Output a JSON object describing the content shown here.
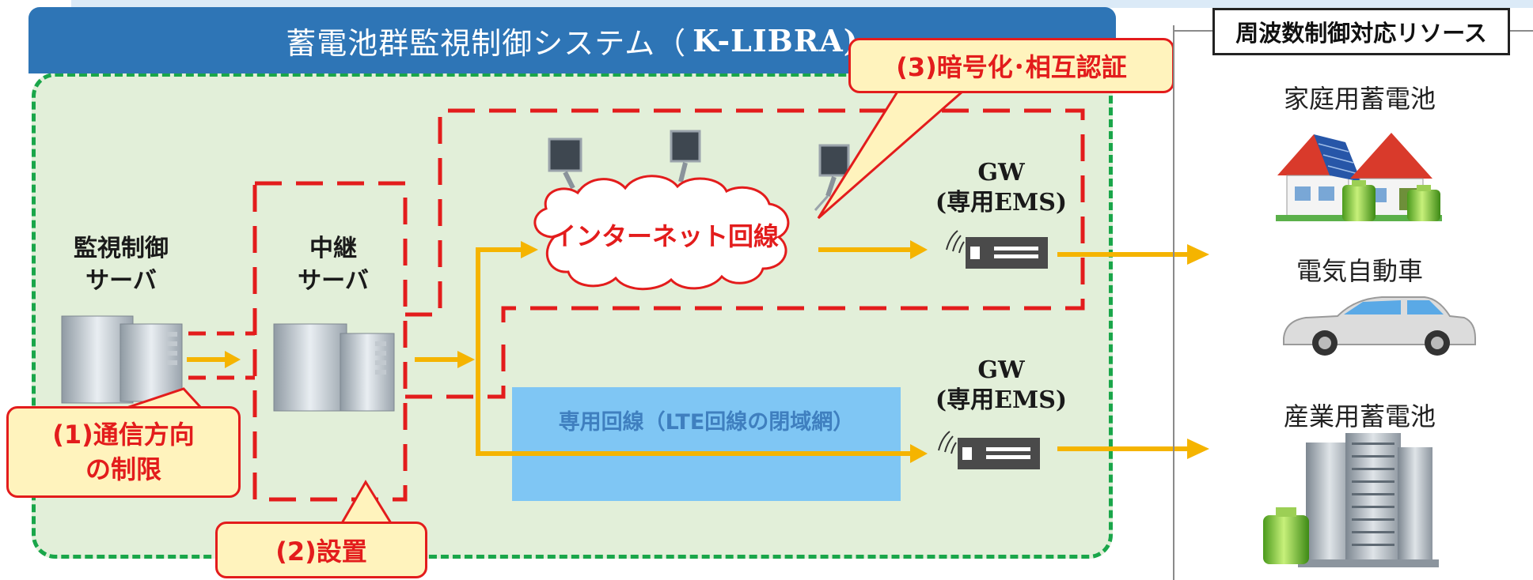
{
  "header": {
    "title_prefix": "蓄電池群監視制御システム（",
    "title_code": "K-LIBRA)"
  },
  "nodes": {
    "monitor_server": [
      "監視制御",
      "サーバ"
    ],
    "relay_server": [
      "中継",
      "サーバ"
    ],
    "internet": "インターネット回線",
    "gw_top": [
      "GW",
      "(専用EMS)"
    ],
    "gw_bottom": [
      "GW",
      "(専用EMS)"
    ],
    "dedicated_line": "専用回線（LTE回線の閉域網）"
  },
  "callouts": {
    "c1": [
      "(1)通信方向",
      "の制限"
    ],
    "c2": "(2)設置",
    "c3": "(3)暗号化･相互認証"
  },
  "resources": {
    "title": "周波数制御対応リソース",
    "items": [
      "家庭用蓄電池",
      "電気自動車",
      "産業用蓄電池"
    ]
  },
  "colors": {
    "header_blue": "#2e75b6",
    "system_bg": "#e2efd9",
    "system_border": "#1aa64a",
    "red_dash": "#e31c1c",
    "arrow_orange": "#f5b400",
    "callout_fill": "#fff3bd",
    "lte_fill": "#7fc6f4"
  },
  "icons": [
    "server-icon",
    "pc-terminal-icon",
    "gateway-device-icon",
    "wireless-icon",
    "house-solar-icon",
    "battery-icon",
    "car-icon",
    "building-icon"
  ]
}
